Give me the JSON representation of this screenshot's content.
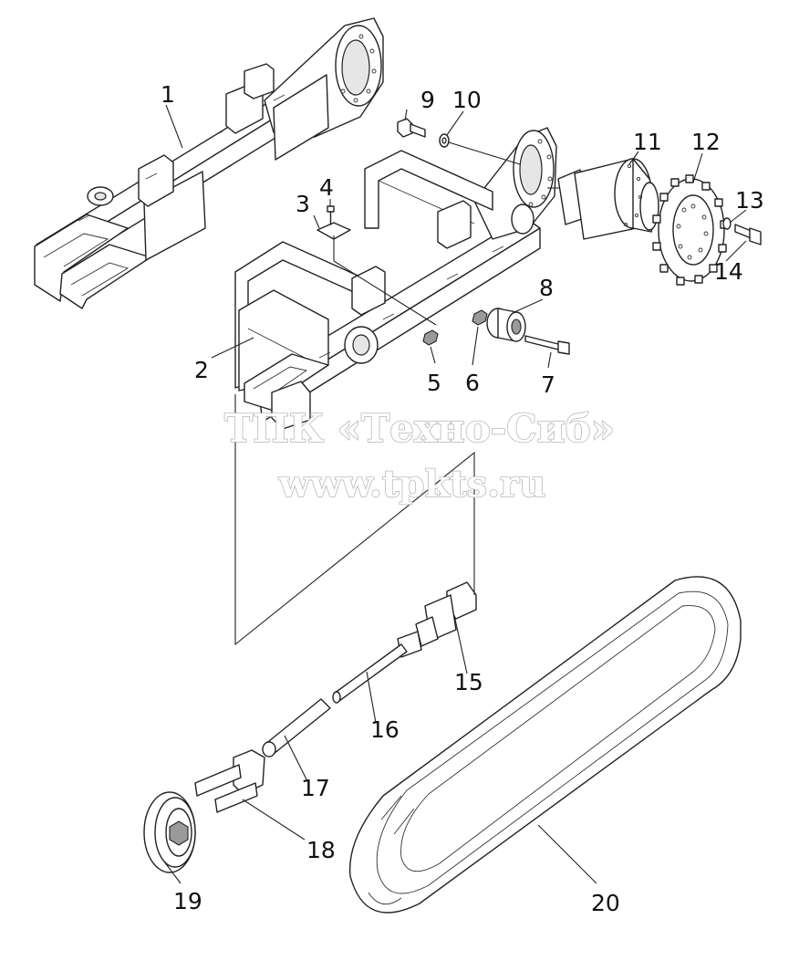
{
  "watermark": {
    "line1": "ТПК «Техно-Сиб»",
    "line2": "www.tpkts.ru"
  },
  "callouts": [
    {
      "id": "1",
      "label": "1"
    },
    {
      "id": "2",
      "label": "2"
    },
    {
      "id": "3",
      "label": "3"
    },
    {
      "id": "4",
      "label": "4"
    },
    {
      "id": "5",
      "label": "5"
    },
    {
      "id": "6",
      "label": "6"
    },
    {
      "id": "7",
      "label": "7"
    },
    {
      "id": "8",
      "label": "8"
    },
    {
      "id": "9",
      "label": "9"
    },
    {
      "id": "10",
      "label": "10"
    },
    {
      "id": "11",
      "label": "11"
    },
    {
      "id": "12",
      "label": "12"
    },
    {
      "id": "13",
      "label": "13"
    },
    {
      "id": "14",
      "label": "14"
    },
    {
      "id": "15",
      "label": "15"
    },
    {
      "id": "16",
      "label": "16"
    },
    {
      "id": "17",
      "label": "17"
    },
    {
      "id": "18",
      "label": "18"
    },
    {
      "id": "19",
      "label": "19"
    },
    {
      "id": "20",
      "label": "20"
    }
  ]
}
